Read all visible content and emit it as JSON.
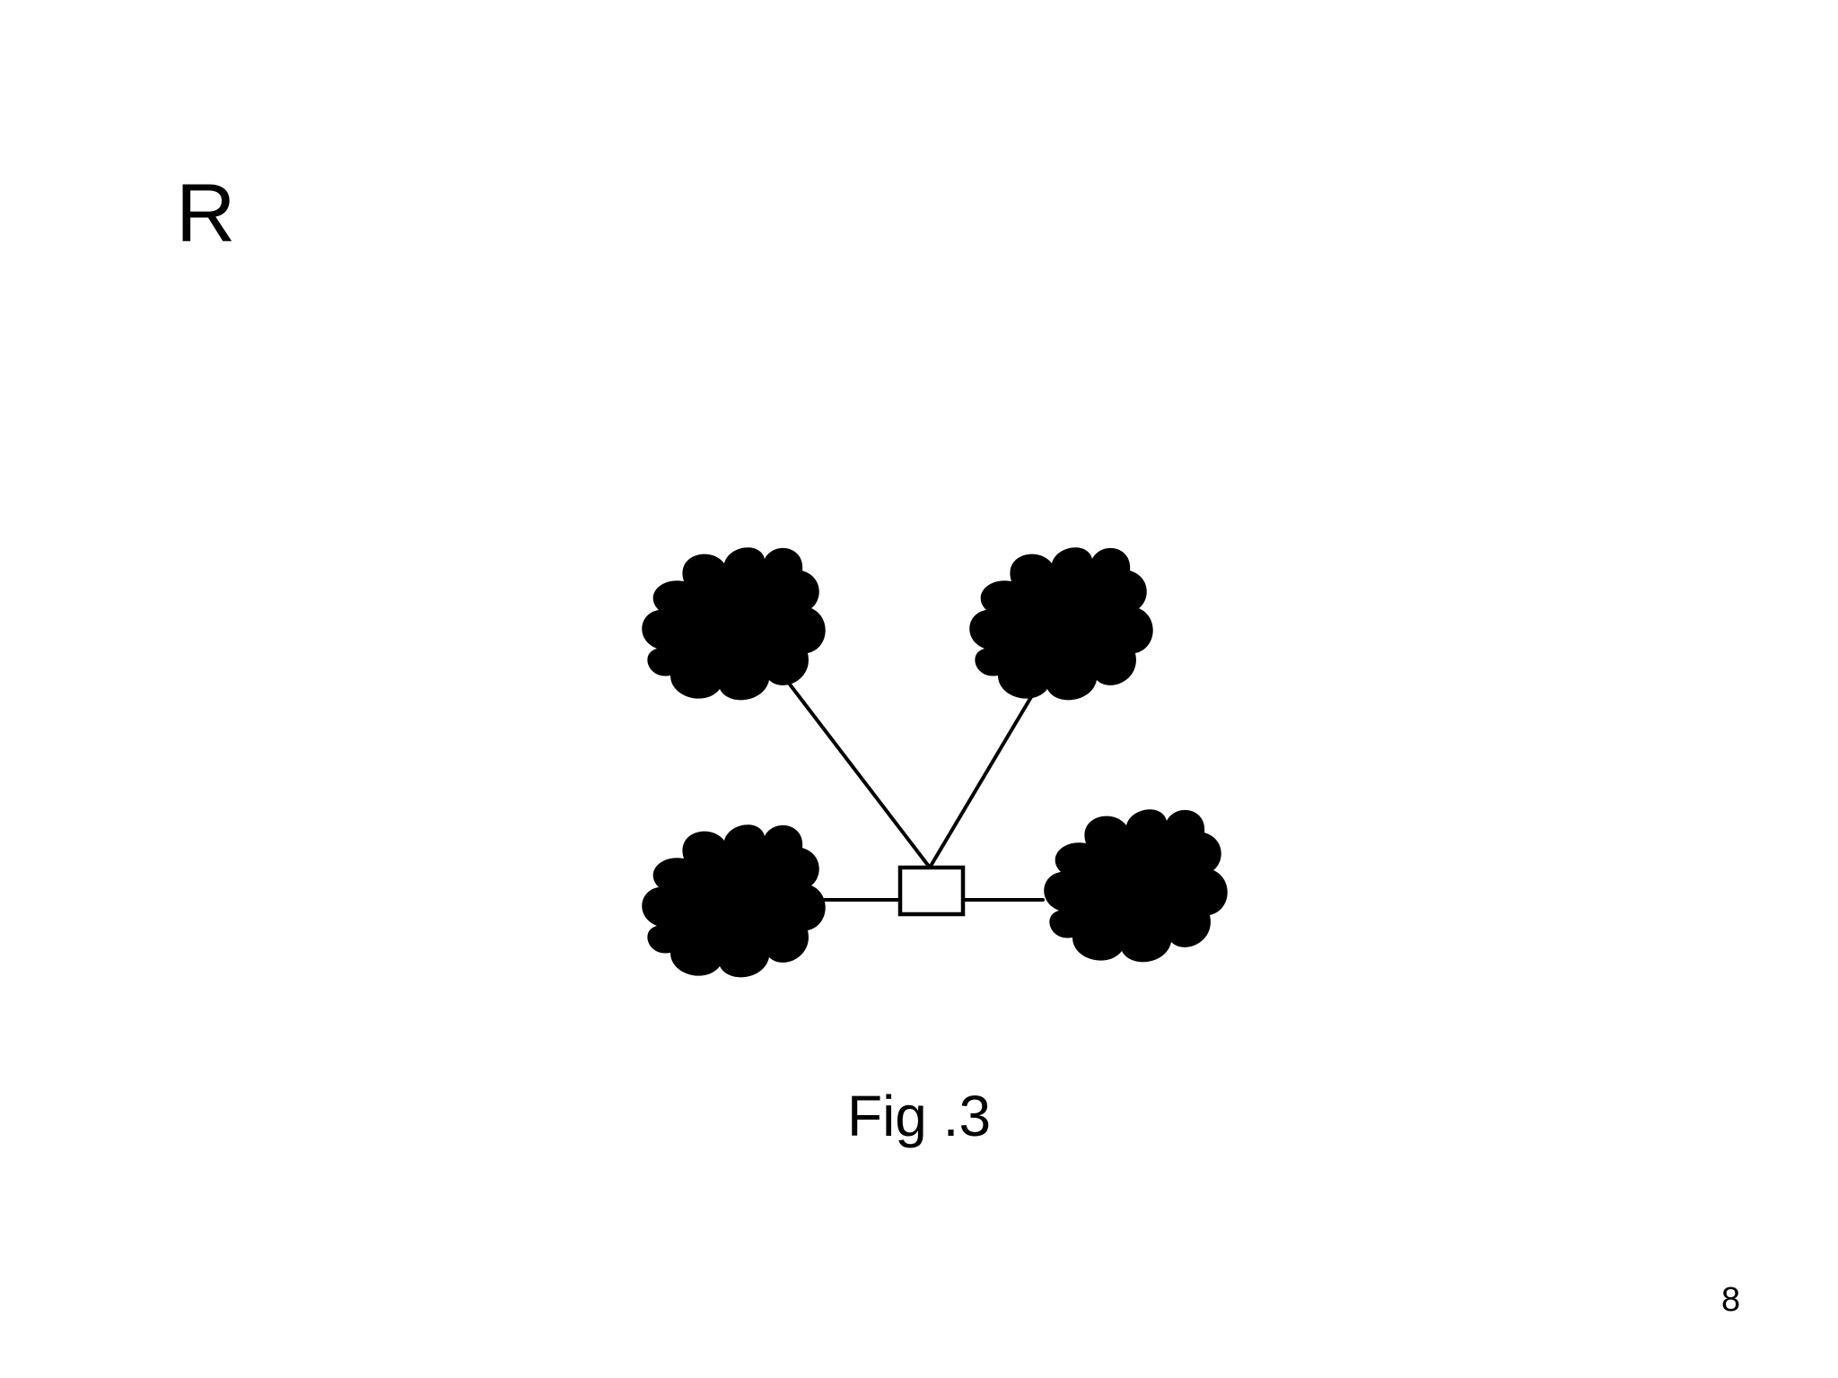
{
  "slide": {
    "letter": "R",
    "caption": "Fig .3",
    "page_number": "8"
  },
  "diagram": {
    "nodes": [
      {
        "id": "cloud-top-left",
        "icon": "cloud-icon"
      },
      {
        "id": "cloud-top-right",
        "icon": "cloud-icon"
      },
      {
        "id": "cloud-bottom-left",
        "icon": "cloud-icon"
      },
      {
        "id": "cloud-bottom-right",
        "icon": "cloud-icon"
      },
      {
        "id": "hub",
        "icon": "box-icon"
      }
    ],
    "edges": [
      {
        "from": "hub",
        "to": "cloud-top-left"
      },
      {
        "from": "hub",
        "to": "cloud-top-right"
      },
      {
        "from": "hub",
        "to": "cloud-bottom-left"
      },
      {
        "from": "hub",
        "to": "cloud-bottom-right"
      }
    ]
  }
}
